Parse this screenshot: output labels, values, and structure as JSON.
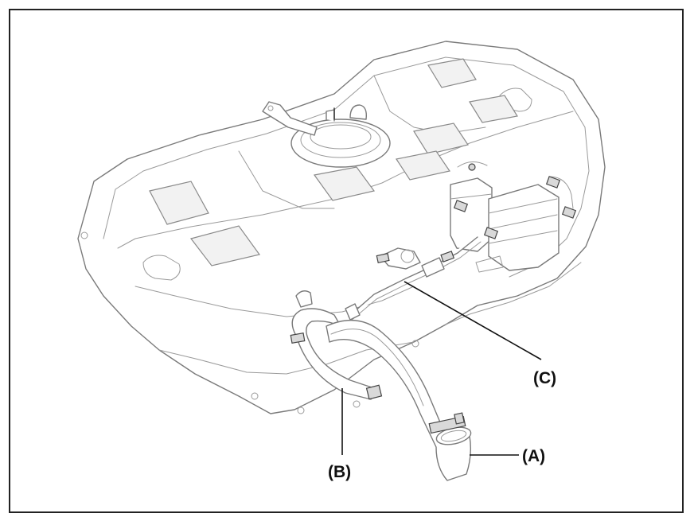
{
  "callouts": {
    "a": "(A)",
    "b": "(B)",
    "c": "(C)"
  }
}
